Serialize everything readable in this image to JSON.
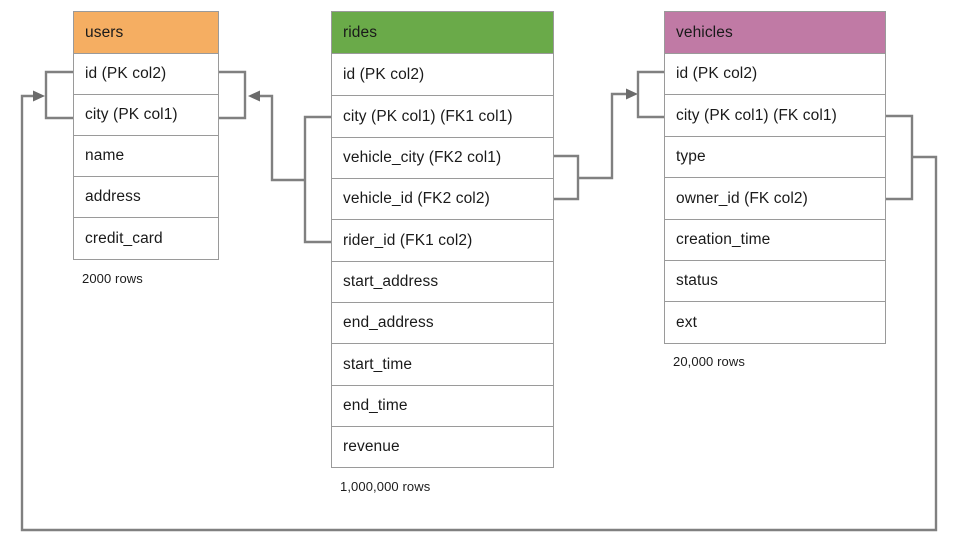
{
  "diagram": {
    "title": "rideshare schema entity relationship diagram",
    "line_color": "#808080",
    "border_color": "#9a9a9a"
  },
  "tables": [
    {
      "name": "users",
      "header_label": "users",
      "header_color": "#F5AE62",
      "row_count_label": "2000 rows",
      "columns": [
        {
          "label": "id (PK col2)"
        },
        {
          "label": "city (PK col1)"
        },
        {
          "label": "name"
        },
        {
          "label": "address"
        },
        {
          "label": "credit_card"
        }
      ]
    },
    {
      "name": "rides",
      "header_label": "rides",
      "header_color": "#6AAA49",
      "row_count_label": "1,000,000 rows",
      "columns": [
        {
          "label": "id (PK col2)"
        },
        {
          "label": "city (PK col1) (FK1 col1)"
        },
        {
          "label": "vehicle_city (FK2 col1)"
        },
        {
          "label": "vehicle_id (FK2 col2)"
        },
        {
          "label": "rider_id (FK1 col2)"
        },
        {
          "label": "start_address"
        },
        {
          "label": "end_address"
        },
        {
          "label": "start_time"
        },
        {
          "label": "end_time"
        },
        {
          "label": "revenue"
        }
      ]
    },
    {
      "name": "vehicles",
      "header_label": "vehicles",
      "header_color": "#C07AA5",
      "row_count_label": "20,000 rows",
      "columns": [
        {
          "label": "id (PK col2)"
        },
        {
          "label": "city (PK col1) (FK col1)"
        },
        {
          "label": "type"
        },
        {
          "label": "owner_id (FK col2)"
        },
        {
          "label": "creation_time"
        },
        {
          "label": "status"
        },
        {
          "label": "ext"
        }
      ]
    }
  ],
  "relationships": [
    {
      "name": "rides-fk1-to-users",
      "from_table": "rides",
      "from_columns": [
        "city (PK col1) (FK1 col1)",
        "rider_id (FK1 col2)"
      ],
      "to_table": "users",
      "to_columns": [
        "id (PK col2)",
        "city (PK col1)"
      ],
      "arrow_direction": "left"
    },
    {
      "name": "rides-fk2-to-vehicles",
      "from_table": "rides",
      "from_columns": [
        "vehicle_city (FK2 col1)",
        "vehicle_id (FK2 col2)"
      ],
      "to_table": "vehicles",
      "to_columns": [
        "id (PK col2)",
        "city (PK col1) (FK col1)"
      ],
      "arrow_direction": "right"
    },
    {
      "name": "vehicles-fk-to-users",
      "from_table": "vehicles",
      "from_columns": [
        "city (PK col1) (FK col1)",
        "owner_id (FK col2)"
      ],
      "to_table": "users",
      "to_columns": [
        "id (PK col2)",
        "city (PK col1)"
      ],
      "arrow_direction": "right"
    }
  ]
}
